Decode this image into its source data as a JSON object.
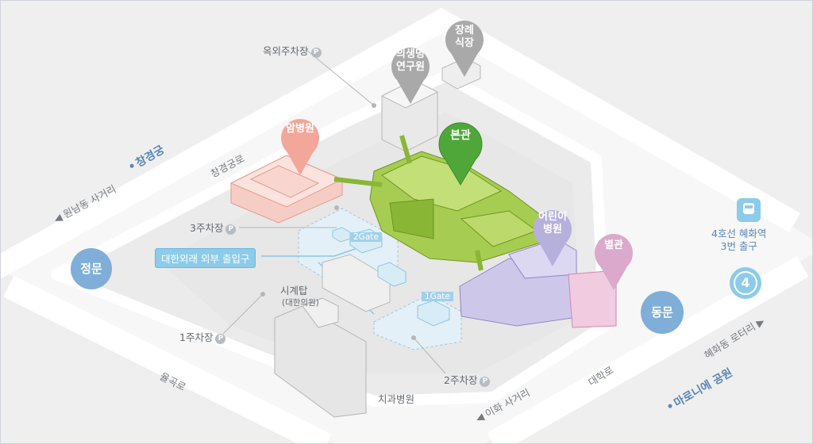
{
  "map": {
    "buildings": {
      "main": "본관",
      "cancer": "암병원",
      "biomedical": "의생명\n연구원",
      "funeral": "장례\n식장",
      "children": "어린이\n병원",
      "annex": "별관",
      "dental": "치과병원",
      "clocktower": "시계탑",
      "clocktower_sub": "(대한의원)"
    },
    "parking": {
      "outdoor": "옥외주차장",
      "p1": "1주차장",
      "p2": "2주차장",
      "p3": "3주차장",
      "symbol": "P"
    },
    "gates": {
      "main_gate": "정문",
      "east_gate": "동문",
      "gate1": "1Gate",
      "gate2": "2Gate",
      "exit_tag": "대한외래 외부 출입구"
    },
    "places": {
      "changgyeonggung": "창경궁",
      "marronnier": "마로니에 공원"
    },
    "roads": {
      "changgyeonggung_ro": "창경궁로",
      "wonnam": "◀ 원남동 사거리",
      "yulgok": "율곡로",
      "daehak": "대학로",
      "ewha": "◀ 이화 사거리",
      "hyehwa_rotary": "혜화동 로터리 ▶"
    },
    "subway": {
      "label": "4호선 혜화역\n3번 출구",
      "line": "4",
      "icon": "subway-train-icon"
    },
    "colors": {
      "main": "#7fb02a",
      "cancer": "#f2a79a",
      "children": "#b6b0dd",
      "annex": "#e8acce",
      "buildings_gray": "#dcdcdc",
      "gate_blue": "#7faed8",
      "pin_gray": "#a9a9a9"
    }
  }
}
